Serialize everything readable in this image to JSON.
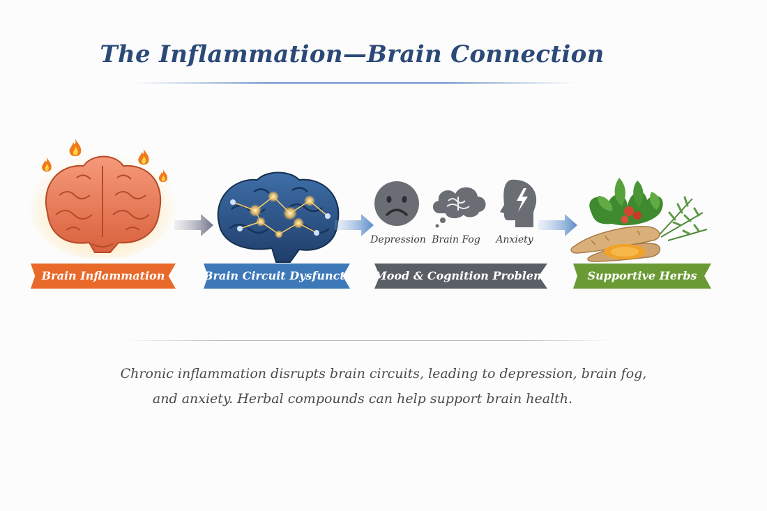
{
  "title": "The Inflammation—Brain Connection",
  "stages": [
    {
      "label": "Brain Inflammation",
      "color": "#e8692a"
    },
    {
      "label": "Brain Circuit Dysfunction",
      "color": "#3d79b9"
    },
    {
      "label": "Mood & Cognition Problems",
      "color": "#5a5f66",
      "symptoms": [
        "Depression",
        "Brain Fog",
        "Anxiety"
      ]
    },
    {
      "label": "Supportive Herbs",
      "color": "#6a9a34"
    }
  ],
  "caption": {
    "line1": "Chronic inflammation disrupts brain circuits, leading to depression, brain fog,",
    "line2": "and anxiety. Herbal compounds can help support brain health."
  },
  "icons": [
    "flame-icon",
    "inflamed-brain-icon",
    "neural-network-brain-icon",
    "sad-face-icon",
    "brain-fog-cloud-icon",
    "anxiety-head-icon",
    "herbs-icon",
    "arrow-right-icon"
  ]
}
